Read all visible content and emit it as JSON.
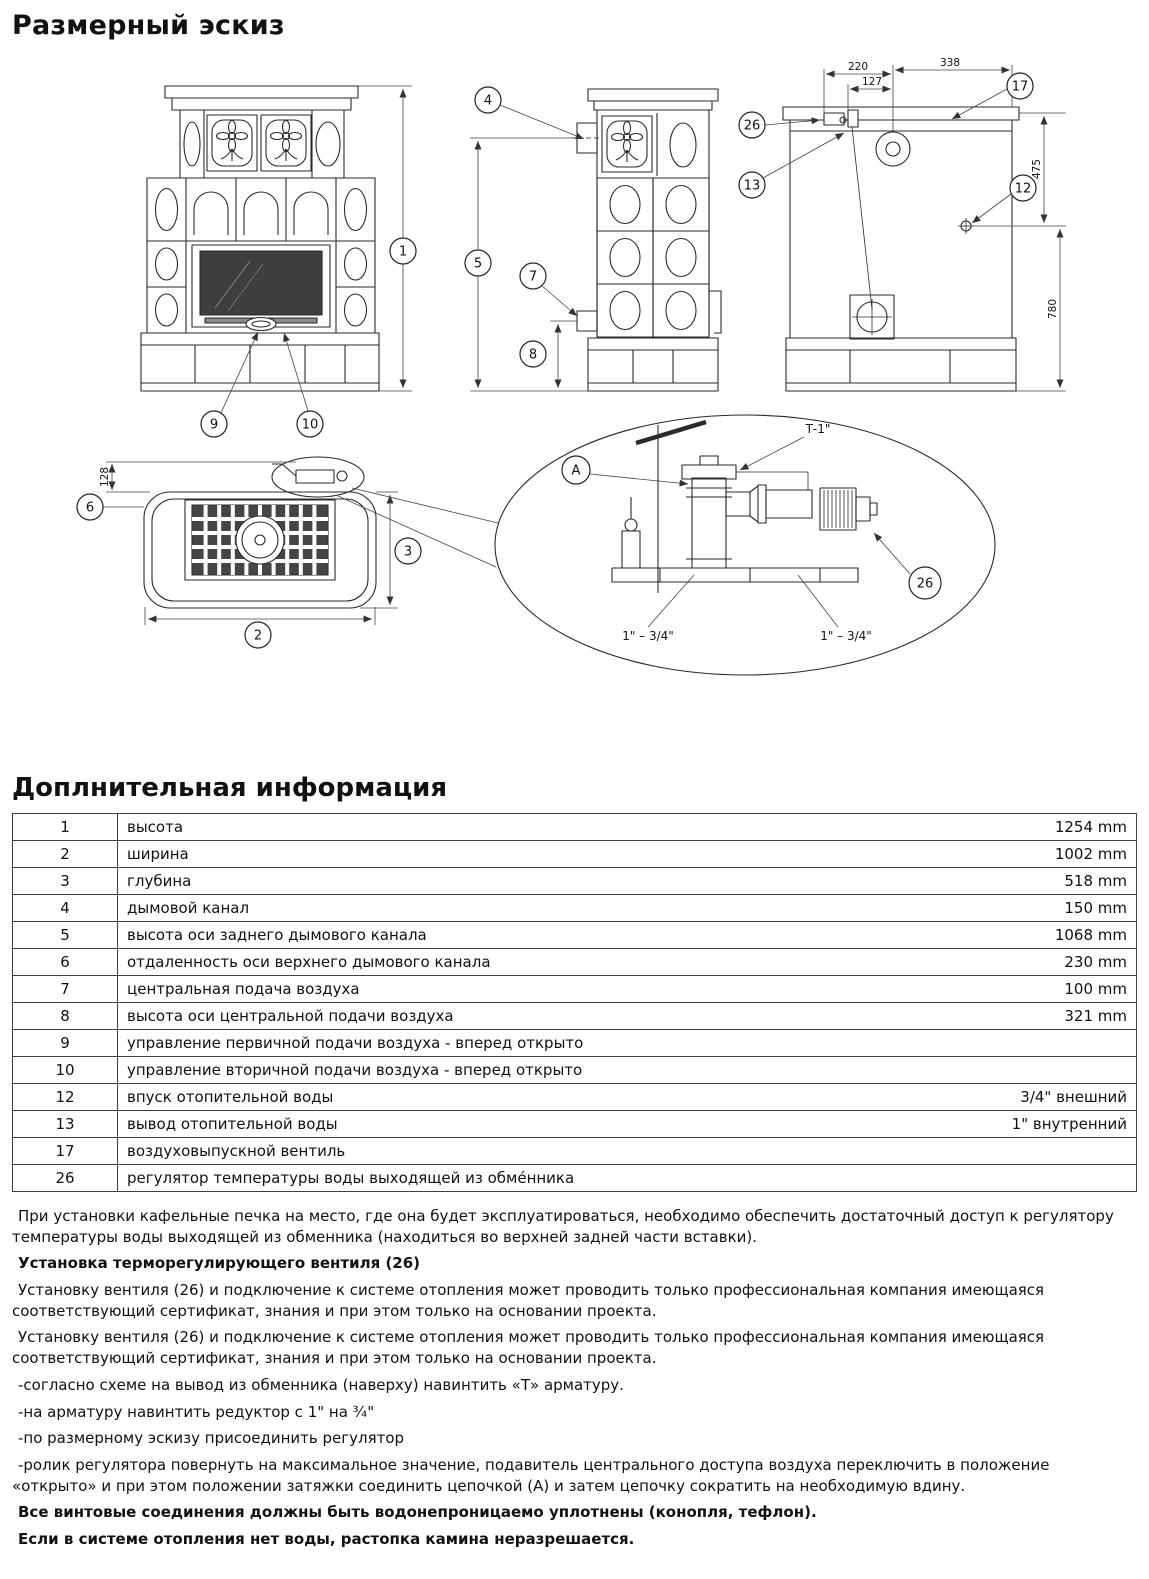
{
  "titles": {
    "main": "Размерный эскиз",
    "info": "Доплнительная информация"
  },
  "drawing": {
    "callouts": {
      "c1": "1",
      "c2": "2",
      "c3": "3",
      "c4": "4",
      "c5": "5",
      "c6": "6",
      "c7": "7",
      "c8": "8",
      "c9": "9",
      "c10": "10",
      "c12": "12",
      "c13": "13",
      "c17": "17",
      "c26": "26",
      "c26_detail": "26",
      "cA": "A"
    },
    "dims": {
      "d220": "220",
      "d338": "338",
      "d127": "127",
      "d475": "475",
      "d780": "780",
      "d128": "128"
    },
    "labels": {
      "t_fitting": "Т-1\"",
      "conn_left": "1\" – 3/4\"",
      "conn_right": "1\" – 3/4\""
    }
  },
  "table": {
    "rows": [
      {
        "n": "1",
        "d": "высота",
        "v": "1254 mm"
      },
      {
        "n": "2",
        "d": "ширина",
        "v": "1002 mm"
      },
      {
        "n": "3",
        "d": "глубина",
        "v": "518 mm"
      },
      {
        "n": "4",
        "d": "дымовой канал",
        "v": "150 mm"
      },
      {
        "n": "5",
        "d": "высота оси заднего дымового канала",
        "v": "1068 mm"
      },
      {
        "n": "6",
        "d": "отдаленность оси верхнего дымового канала",
        "v": "230 mm"
      },
      {
        "n": "7",
        "d": "центральная подача воздуха",
        "v": "100 mm"
      },
      {
        "n": "8",
        "d": "высота оси центральной подачи воздуха",
        "v": "321 mm"
      },
      {
        "n": "9",
        "d": "управление первичной подачи воздуха - вперед открыто",
        "v": ""
      },
      {
        "n": "10",
        "d": "управление вторичной подачи воздуха - вперед открыто",
        "v": ""
      },
      {
        "n": "12",
        "d": "впуск отопительной воды",
        "v": "3/4\" внешний"
      },
      {
        "n": "13",
        "d": "вывод отопительной воды",
        "v": "1\" внутренний"
      },
      {
        "n": "17",
        "d": "воздуховыпускной вентиль",
        "v": ""
      },
      {
        "n": "26",
        "d": "регулятор температуры воды выходящей из обме́нника",
        "v": ""
      }
    ]
  },
  "notes": [
    {
      "text": "При установки кафельные печка на место, где она будет эксплуатироваться, необходимо обеспечить достаточный доступ к регулятору температуры воды выходящей из обменника (находиться во верхней задней части вставки)."
    },
    {
      "text": "Установка терморегулирующего вентиля (26)"
    },
    {
      "text": "Установку вентиля (26) и подключение к системе отопления может проводить только профессиональная компания имеющаяся соответствующий сертификат, знания и при этом только на основании проекта."
    },
    {
      "text": "Установку вентиля (26) и подключение к системе отопления может проводить только профессиональная компания имеющаяся соответствующий сертификат, знания и при этом только на основании проекта."
    },
    {
      "text": "-согласно схеме на вывод из обменника (наверху) навинтить «Т» арматуру."
    },
    {
      "text": "-на арматуру навинтить редуктор с 1\" на ¾\""
    },
    {
      "text": "-по размерному эскизу присоединить регулятор"
    },
    {
      "text": "-ролик регулятора повернуть на максимальное значение, подавитель центрального доступа воздуха переключить в положение «открыто» и при этом положении затяжки соединить цепочкой (А) и затем цепочку сократить на необходимую вдину."
    },
    {
      "text": "Все винтовые соединения должны быть водонепроницаемо уплотнены (конопля, тефлон)."
    },
    {
      "text": "Если в системе отопления нет воды, растопка камина неразрешается."
    }
  ]
}
